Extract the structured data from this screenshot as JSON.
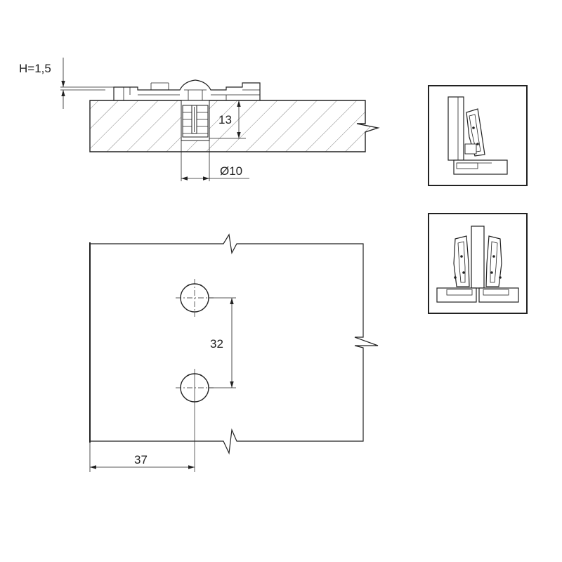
{
  "dimensions": {
    "mount_height": "H=1,5",
    "bore_depth": "13",
    "bore_diameter": "Ø10",
    "hole_spacing": "32",
    "edge_distance": "37"
  },
  "colors": {
    "line": "#222222",
    "hatch": "#555555",
    "background": "#ffffff"
  }
}
